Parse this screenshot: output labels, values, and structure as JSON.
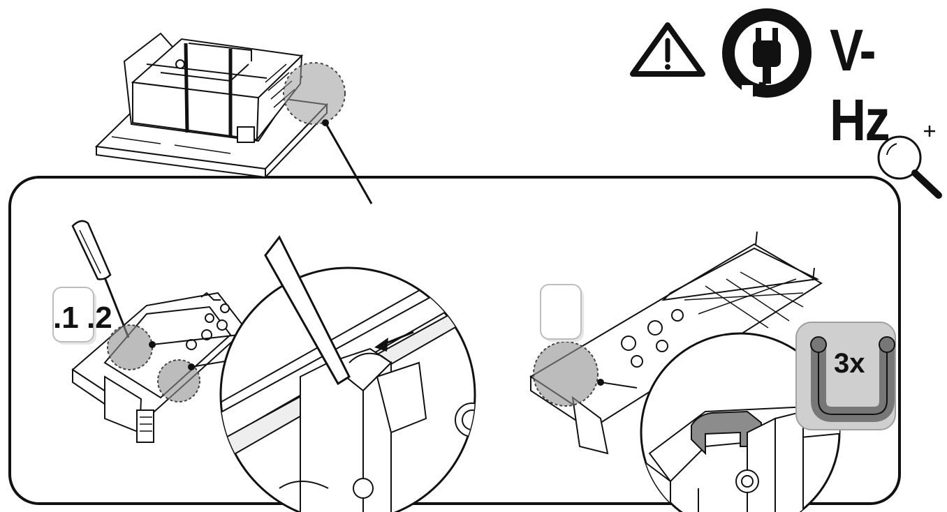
{
  "header": {
    "voltage_label": "V-Hz",
    "icons": [
      "warning-icon",
      "power-plug-icon",
      "zoom-in-icon"
    ]
  },
  "step_left": {
    "numbers": [
      ".1",
      ".2"
    ]
  },
  "step_right": {
    "number": ""
  },
  "bracket_badge": {
    "quantity": "3x"
  },
  "colors": {
    "line": "#111111",
    "highlight": "#8f8f8f",
    "badge_fill": "#c9c9c9",
    "badge_border": "#9e9e9e"
  }
}
